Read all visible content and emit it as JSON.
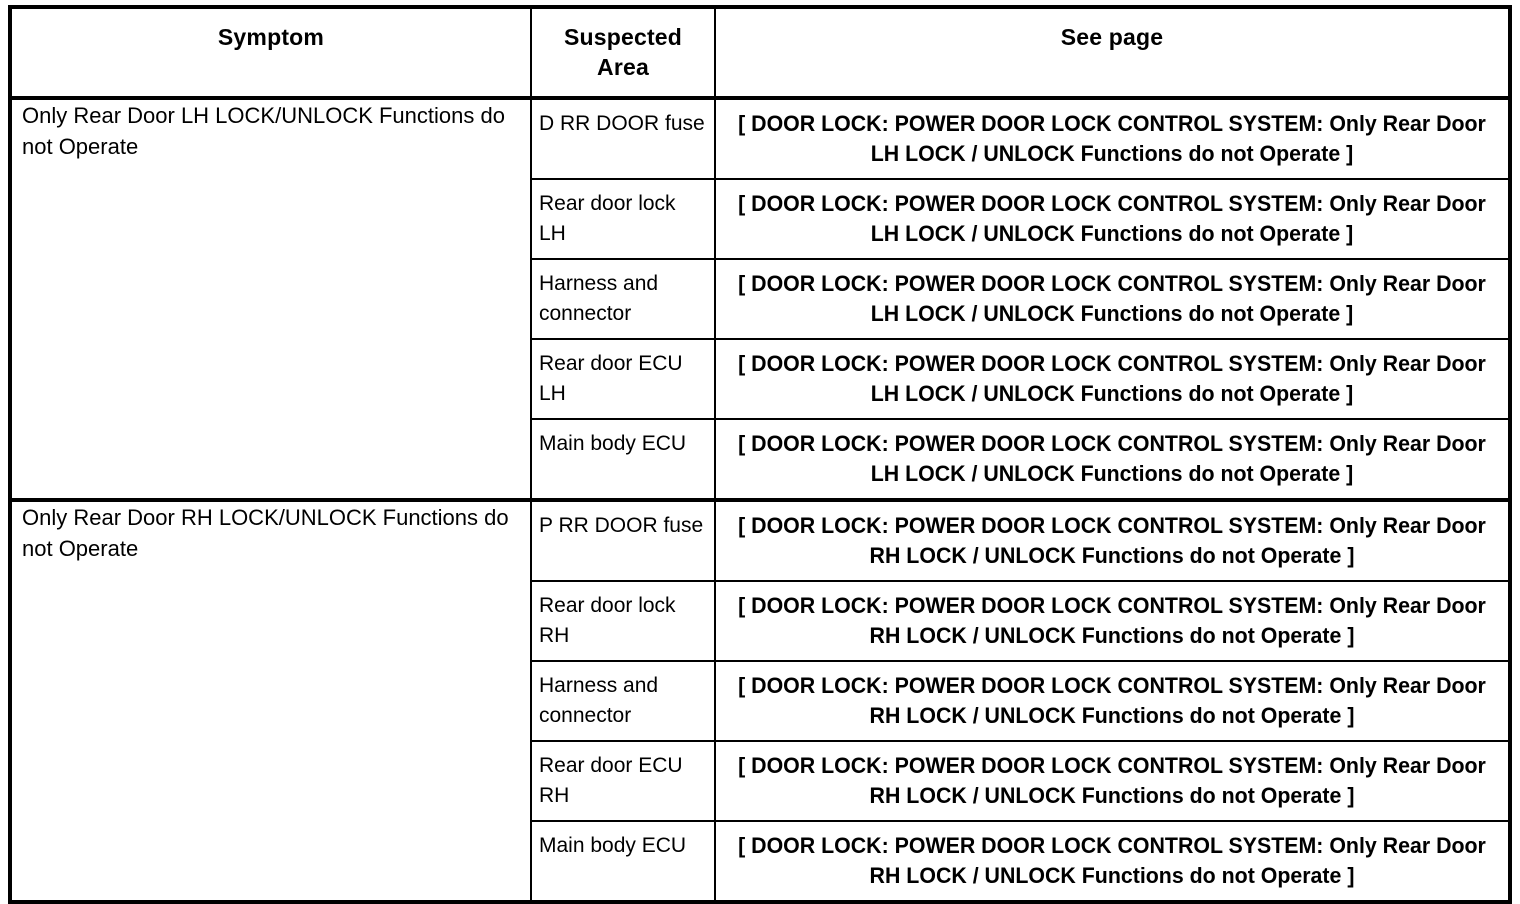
{
  "table": {
    "headers": {
      "symptom": "Symptom",
      "suspected_area_line1": "Suspected",
      "suspected_area_line2": "Area",
      "see_page": "See page"
    },
    "groups": [
      {
        "symptom": "Only Rear Door LH LOCK/UNLOCK Functions do not Operate",
        "rows": [
          {
            "suspected_area": "D RR DOOR fuse",
            "see_page": "[ DOOR LOCK: POWER DOOR LOCK CONTROL SYSTEM: Only Rear Door LH LOCK / UNLOCK Functions do not Operate ]"
          },
          {
            "suspected_area": "Rear door lock LH",
            "see_page": "[ DOOR LOCK: POWER DOOR LOCK CONTROL SYSTEM: Only Rear Door LH LOCK / UNLOCK Functions do not Operate ]"
          },
          {
            "suspected_area": "Harness and connector",
            "see_page": "[ DOOR LOCK: POWER DOOR LOCK CONTROL SYSTEM: Only Rear Door LH LOCK / UNLOCK Functions do not Operate ]"
          },
          {
            "suspected_area": "Rear door ECU LH",
            "see_page": "[ DOOR LOCK: POWER DOOR LOCK CONTROL SYSTEM: Only Rear Door LH LOCK / UNLOCK Functions do not Operate ]"
          },
          {
            "suspected_area": "Main body ECU",
            "see_page": "[ DOOR LOCK: POWER DOOR LOCK CONTROL SYSTEM: Only Rear Door LH LOCK / UNLOCK Functions do not Operate ]"
          }
        ]
      },
      {
        "symptom": "Only Rear Door RH LOCK/UNLOCK Functions do not Operate",
        "rows": [
          {
            "suspected_area": "P RR DOOR fuse",
            "see_page": "[ DOOR LOCK: POWER DOOR LOCK CONTROL SYSTEM: Only Rear Door RH LOCK / UNLOCK Functions do not Operate ]"
          },
          {
            "suspected_area": "Rear door lock RH",
            "see_page": "[ DOOR LOCK: POWER DOOR LOCK CONTROL SYSTEM: Only Rear Door RH LOCK / UNLOCK Functions do not Operate ]"
          },
          {
            "suspected_area": "Harness and connector",
            "see_page": "[ DOOR LOCK: POWER DOOR LOCK CONTROL SYSTEM: Only Rear Door RH LOCK / UNLOCK Functions do not Operate ]"
          },
          {
            "suspected_area": "Rear door ECU RH",
            "see_page": "[ DOOR LOCK: POWER DOOR LOCK CONTROL SYSTEM: Only Rear Door RH LOCK / UNLOCK Functions do not Operate ]"
          },
          {
            "suspected_area": "Main body ECU",
            "see_page": "[ DOOR LOCK: POWER DOOR LOCK CONTROL SYSTEM: Only Rear Door RH LOCK / UNLOCK Functions do not Operate ]"
          }
        ]
      }
    ]
  },
  "colors": {
    "text": "#000000",
    "border": "#000000",
    "background": "#ffffff"
  }
}
